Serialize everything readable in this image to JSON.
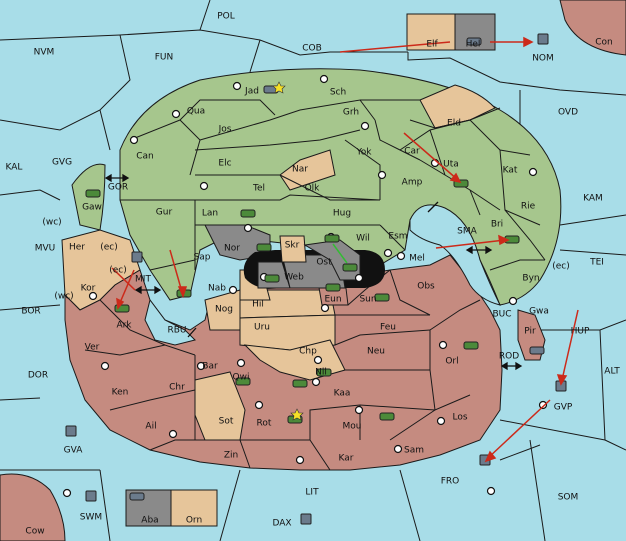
{
  "colors": {
    "sea": "#a8dde8",
    "green_power": "#a6c68d",
    "red_power": "#c58b80",
    "tan_neutral": "#e6c59a",
    "grey_power": "#8a8a8a",
    "arrow": "#cc2a1a",
    "support_arrow": "#33bb33",
    "unit_green": "#4c8a3a",
    "unit_grey": "#6b7b8c"
  },
  "regions": {
    "POL": "POL",
    "NVM": "NVM",
    "FUN": "FUN",
    "COB": "COB",
    "Elf": "Elf",
    "Hel": "Hel",
    "Con": "Con",
    "NOM": "NOM",
    "OVD": "OVD",
    "KAL": "KAL",
    "GVG": "GVG",
    "KAM": "KAM",
    "TEI": "TEI",
    "Jad": "Jad",
    "Sch": "Sch",
    "Qua": "Qua",
    "Jos": "Jos",
    "Grh": "Grh",
    "Eld": "Eld",
    "Can": "Can",
    "Elc": "Elc",
    "Nar": "Nar",
    "Yok": "Yok",
    "Car": "Car",
    "Uta": "Uta",
    "Kat": "Kat",
    "GOR": "GOR",
    "Gaw": "Gaw",
    "Tel": "Tel",
    "Olk": "Olk",
    "Amp": "Amp",
    "Rie": "Rie",
    "Gur": "Gur",
    "Lan": "Lan",
    "Hug": "Hug",
    "Bri": "Bri",
    "SMA": "SMA",
    "wc1": "(wc)",
    "Her": "Her",
    "ec1": "(ec)",
    "MVU": "MVU",
    "Nor": "Nor",
    "Skr": "Skr",
    "Wil": "Wil",
    "Esm": "Esm",
    "Mel": "Mel",
    "ec2": "(ec)",
    "MIT": "MIT",
    "Sap": "Sap",
    "Ost": "Ost",
    "Web": "Web",
    "wc2": "(wc)",
    "Byn": "Byn",
    "ec3": "(ec)",
    "Kor": "Kor",
    "Nab": "Nab",
    "Eun": "Eun",
    "Obs": "Obs",
    "BOR": "BOR",
    "Hil": "Hil",
    "Sun": "Sun",
    "Gwa": "Gwa",
    "Ark": "Ark",
    "Nog": "Nog",
    "BUC": "BUC",
    "RBU": "RBU",
    "Uru": "Uru",
    "Feu": "Feu",
    "Pir": "Pir",
    "HUP": "HUP",
    "Ver": "Ver",
    "Chp": "Chp",
    "Neu": "Neu",
    "Orl": "Orl",
    "ROD": "ROD",
    "DOR": "DOR",
    "Bar": "Bar",
    "Qwi": "Qwi",
    "Nil": "Nil",
    "ALT": "ALT",
    "Ken": "Ken",
    "Chr": "Chr",
    "Kaa": "Kaa",
    "GVP": "GVP",
    "Ail": "Ail",
    "Sot": "Sot",
    "Rot": "Rot",
    "Mou": "Mou",
    "Los": "Los",
    "GVA": "GVA",
    "Sam": "Sam",
    "Zin": "Zin",
    "Kar": "Kar",
    "FRO": "FRO",
    "LIT": "LIT",
    "SOM": "SOM",
    "SWM": "SWM",
    "Aba": "Aba",
    "Orn": "Orn",
    "DAX": "DAX",
    "Cow": "Cow"
  }
}
